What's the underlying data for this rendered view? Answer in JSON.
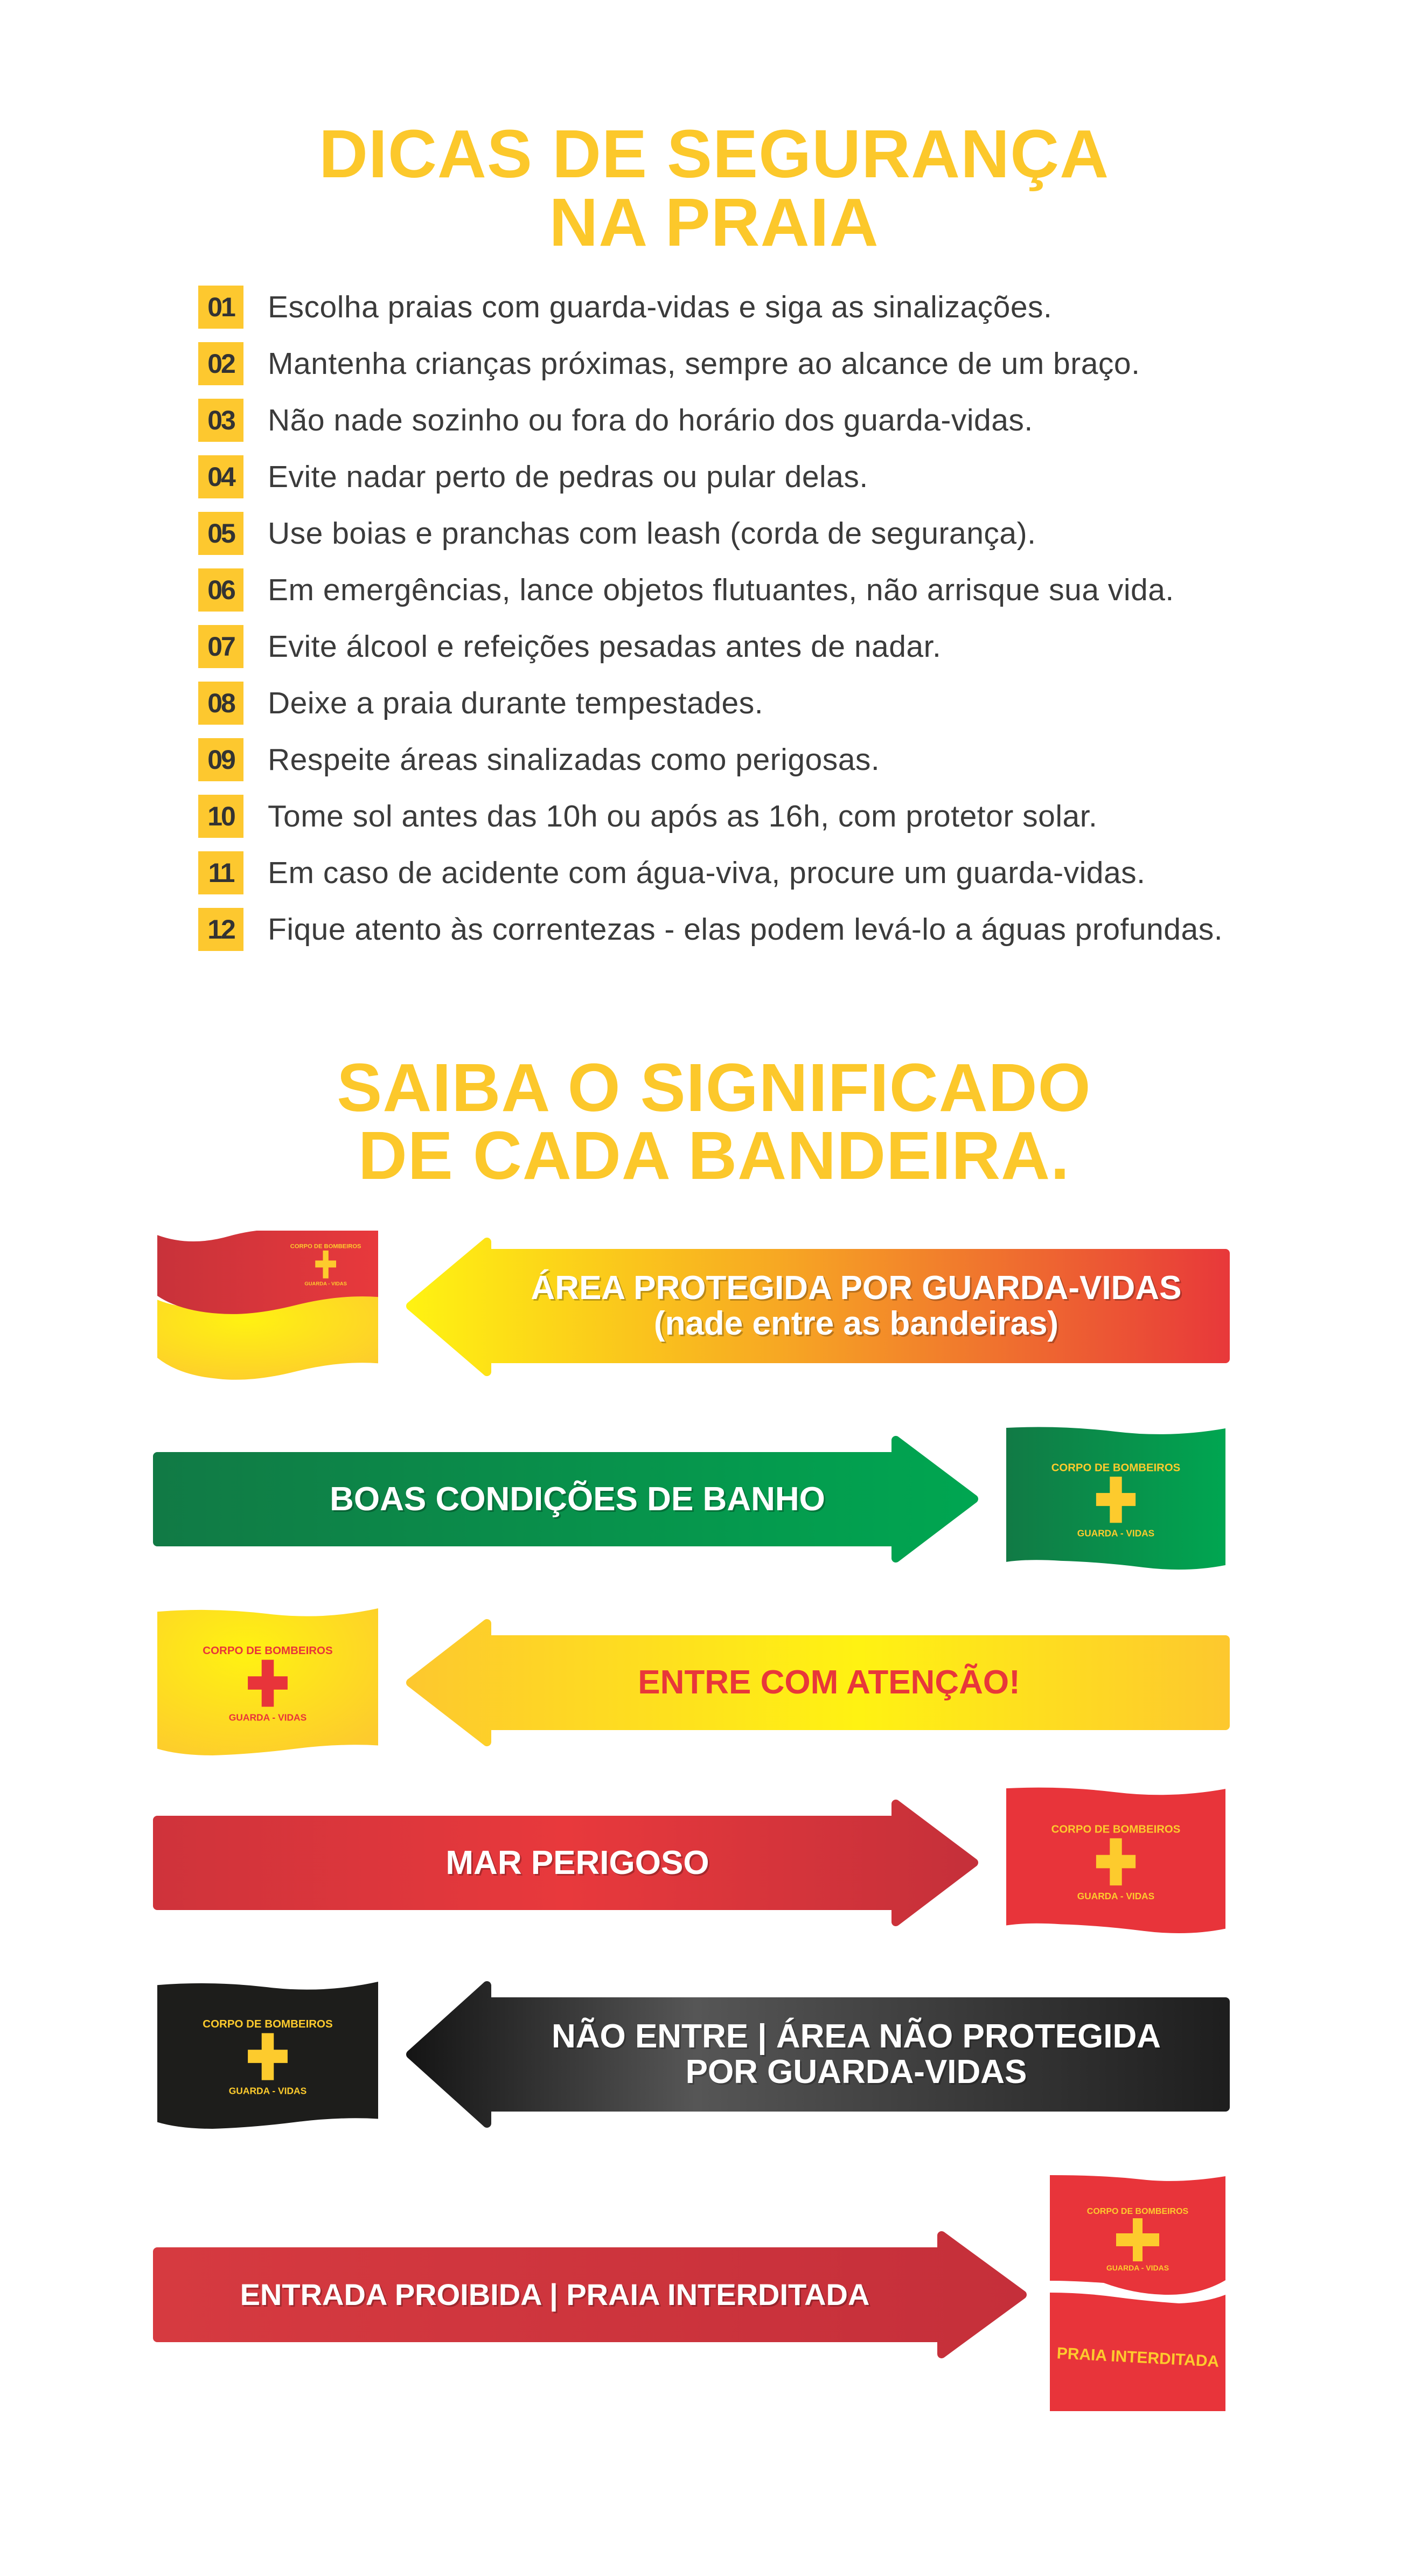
{
  "tips_section": {
    "title_line1": "DICAS DE SEGURANÇA",
    "title_line2": "NA PRAIA",
    "tips": [
      {
        "number": "01",
        "text": "Escolha praias com guarda-vidas e siga as sinalizações."
      },
      {
        "number": "02",
        "text": "Mantenha crianças próximas, sempre ao alcance de um braço."
      },
      {
        "number": "03",
        "text": "Não nade sozinho ou fora do horário dos guarda-vidas."
      },
      {
        "number": "04",
        "text": "Evite nadar perto de pedras ou pular delas."
      },
      {
        "number": "05",
        "text": "Use boias e pranchas com leash (corda de segurança)."
      },
      {
        "number": "06",
        "text": "Em emergências, lance objetos flutuantes, não arrisque sua vida."
      },
      {
        "number": "07",
        "text": "Evite álcool e refeições pesadas antes de nadar."
      },
      {
        "number": "08",
        "text": "Deixe a praia durante tempestades."
      },
      {
        "number": "09",
        "text": "Respeite áreas sinalizadas como perigosas."
      },
      {
        "number": "10",
        "text": "Tome sol antes das 10h ou após as 16h, com protetor solar."
      },
      {
        "number": "11",
        "text": "Em caso de acidente com água-viva, procure um guarda-vidas."
      },
      {
        "number": "12",
        "text": "Fique atento às correntezas - elas podem levá-lo a águas profundas."
      }
    ]
  },
  "flags_section": {
    "title_line1": "SAIBA O SIGNIFICADO",
    "title_line2": "DE CADA BANDEIRA.",
    "flags": [
      {
        "label_line1": "ÁREA PROTEGIDA POR GUARDA-VIDAS",
        "label_line2": "(nade entre as bandeiras)",
        "flag_color": "red-yellow"
      },
      {
        "label_line1": "BOAS CONDIÇÕES DE BANHO",
        "flag_color": "green"
      },
      {
        "label_line1": "ENTRE COM ATENÇÃO!",
        "flag_color": "yellow"
      },
      {
        "label_line1": "MAR PERIGOSO",
        "flag_color": "red"
      },
      {
        "label_line1": "NÃO ENTRE | ÁREA NÃO PROTEGIDA",
        "label_line2": "POR GUARDA-VIDAS",
        "flag_color": "black"
      },
      {
        "label_line1": "ENTRADA PROIBIDA | PRAIA INTERDITADA",
        "flag_color": "double-red"
      }
    ]
  },
  "emblem": {
    "top": "CORPO DE BOMBEIROS",
    "bottom": "GUARDA - VIDAS",
    "banner": "PRAIA INTERDITADA"
  },
  "colors": {
    "title_yellow": "#fcc82b",
    "red": "#e8343a",
    "green": "#00a651",
    "yellow": "#fdd12f",
    "black": "#1d1d1b"
  }
}
